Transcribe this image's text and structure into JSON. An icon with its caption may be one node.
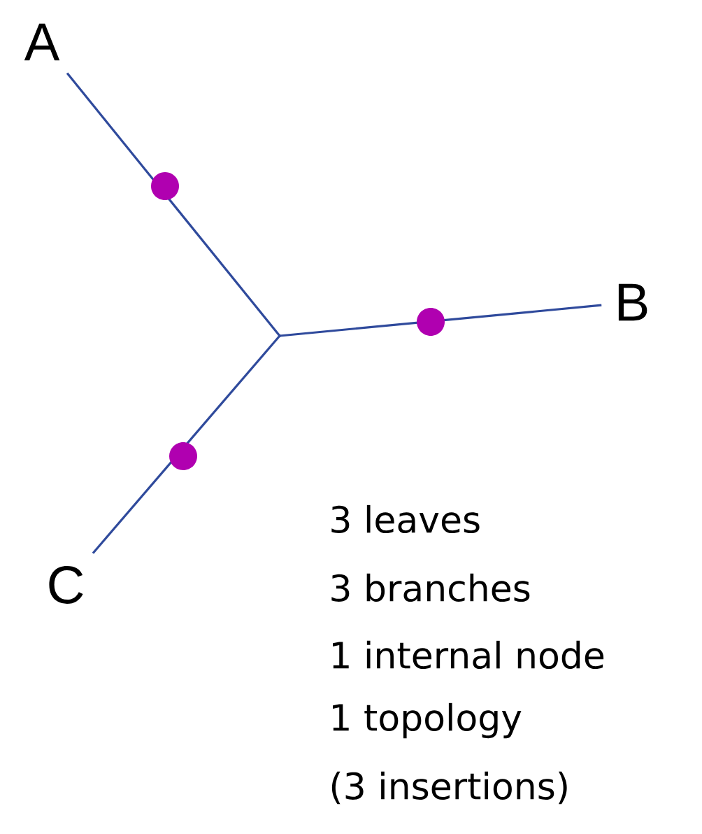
{
  "diagram": {
    "nodes": [
      {
        "text": [
          "A"
        ]
      },
      {
        "text": [
          "B"
        ]
      },
      {
        "text": [
          "C"
        ]
      },
      {
        "text": [],
        "shape": "point"
      }
    ],
    "edges": [
      {
        "from": 3,
        "to": 0,
        "arrow": "none",
        "color": "#2f4a9c"
      },
      {
        "from": 3,
        "to": 1,
        "arrow": "none",
        "color": "#2f4a9c"
      },
      {
        "from": 3,
        "to": 2,
        "arrow": "none",
        "color": "#2f4a9c"
      }
    ],
    "labels": [
      "3 leaves",
      "3 branches",
      "1 internal node",
      "1 topology",
      "(3 insertions)"
    ]
  }
}
